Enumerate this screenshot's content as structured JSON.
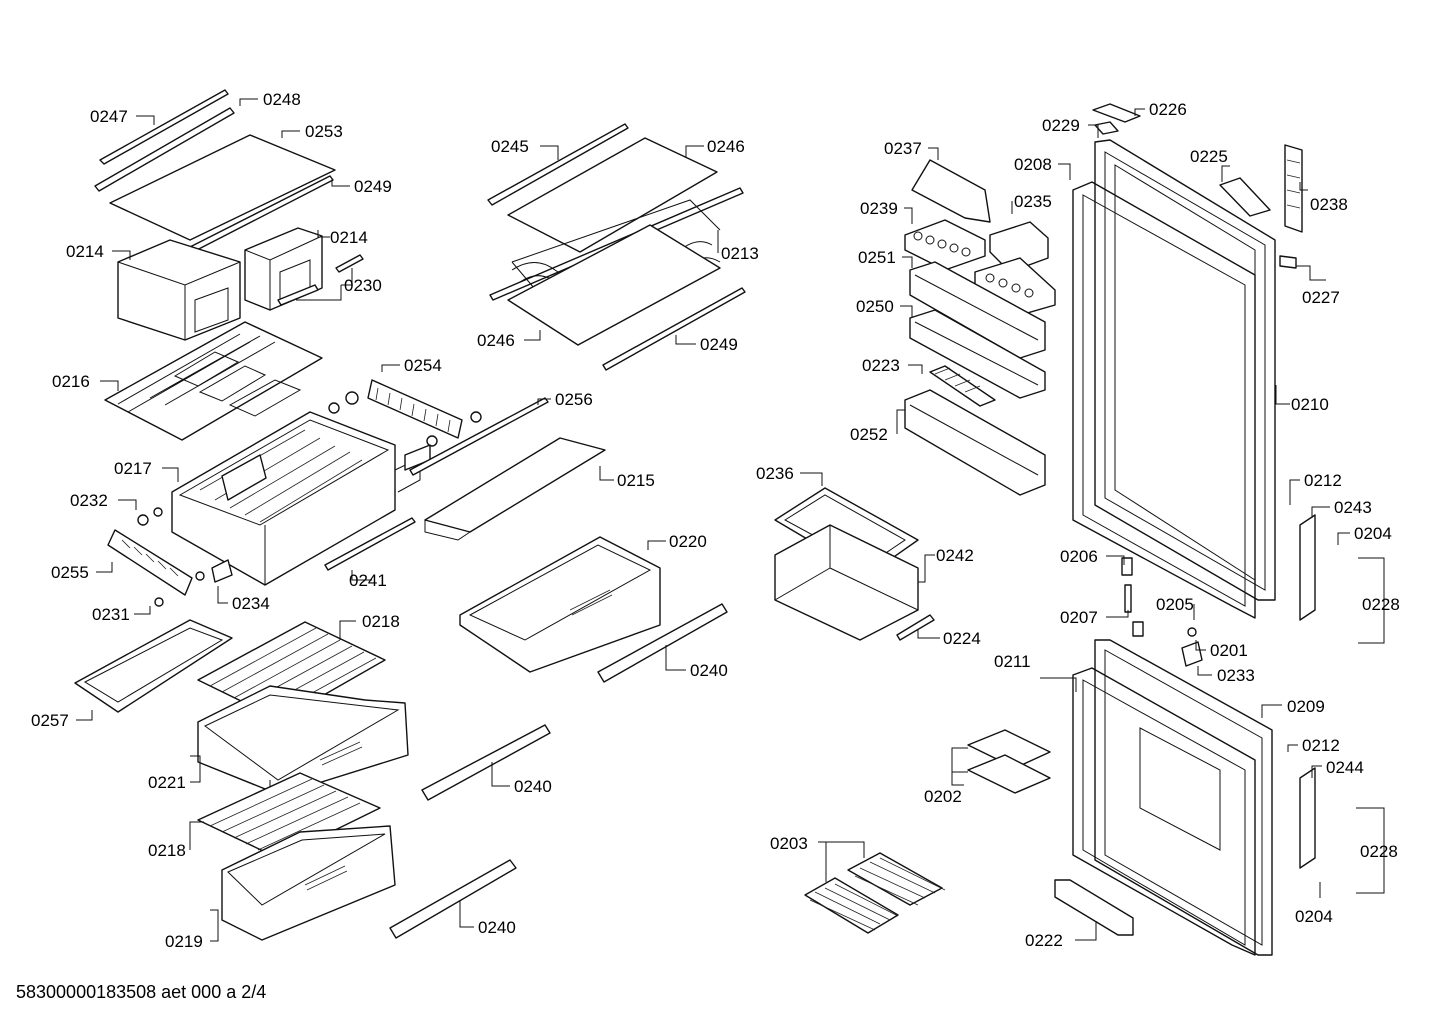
{
  "footer_text": "58300000183508 aet 000 a 2/4",
  "labels": [
    "0247",
    "0248",
    "0253",
    "0249",
    "0214",
    "0214",
    "0230",
    "0245",
    "0246",
    "0213",
    "0246",
    "0249",
    "0216",
    "0254",
    "0256",
    "0217",
    "0215",
    "0232",
    "0255",
    "0241",
    "0234",
    "0231",
    "0220",
    "0218",
    "0257",
    "0240",
    "0221",
    "0240",
    "0218",
    "0219",
    "0240",
    "0237",
    "0239",
    "0235",
    "0251",
    "0250",
    "0223",
    "0252",
    "0236",
    "0242",
    "0224",
    "0226",
    "0229",
    "0208",
    "0225",
    "0238",
    "0227",
    "0210",
    "0212",
    "0243",
    "0204",
    "0206",
    "0228",
    "0207",
    "0205",
    "0201",
    "0233",
    "0211",
    "0209",
    "0212",
    "0244",
    "0202",
    "0228",
    "0203",
    "0204",
    "0222"
  ]
}
